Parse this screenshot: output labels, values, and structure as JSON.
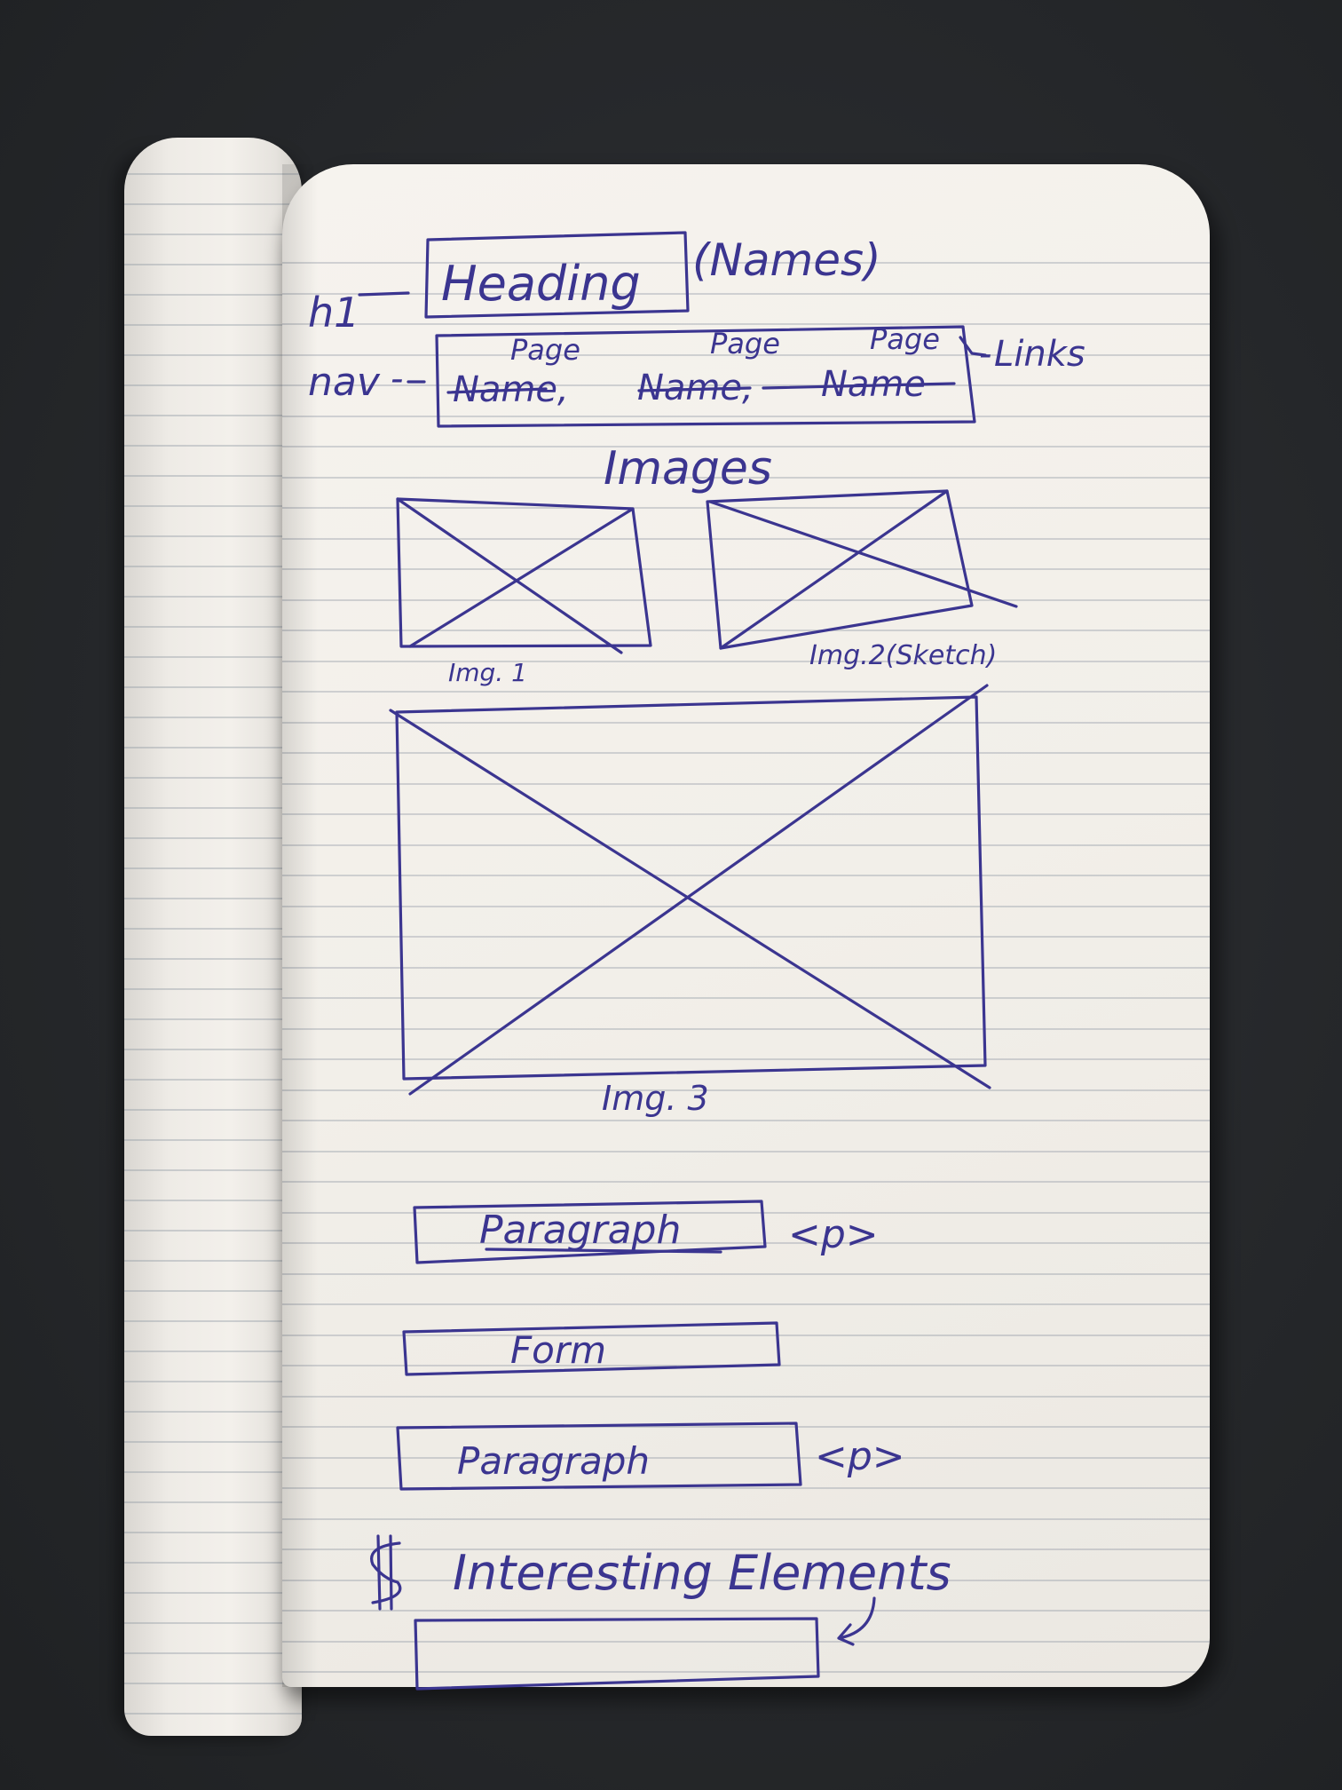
{
  "ink_color": "#3b3590",
  "paper_color": "#f3f0eb",
  "background_color": "#232528",
  "labels": {
    "h1": "h1",
    "heading": "Heading",
    "names": "(Names)",
    "nav": "nav",
    "links": "Links",
    "page_1": "Page",
    "page_2": "Page",
    "page_3": "Page",
    "name_1": "Name,",
    "name_2": "Name,",
    "name_3": "Name",
    "images": "Images",
    "img_1": "Img. 1",
    "img_2": "Img.2(Sketch)",
    "img_3": "Img. 3",
    "paragraph_1": "Paragraph",
    "p_tag_1": "<p>",
    "form": "Form",
    "paragraph_2": "Paragraph",
    "p_tag_2": "<p>",
    "interesting": "Interesting Elements"
  }
}
